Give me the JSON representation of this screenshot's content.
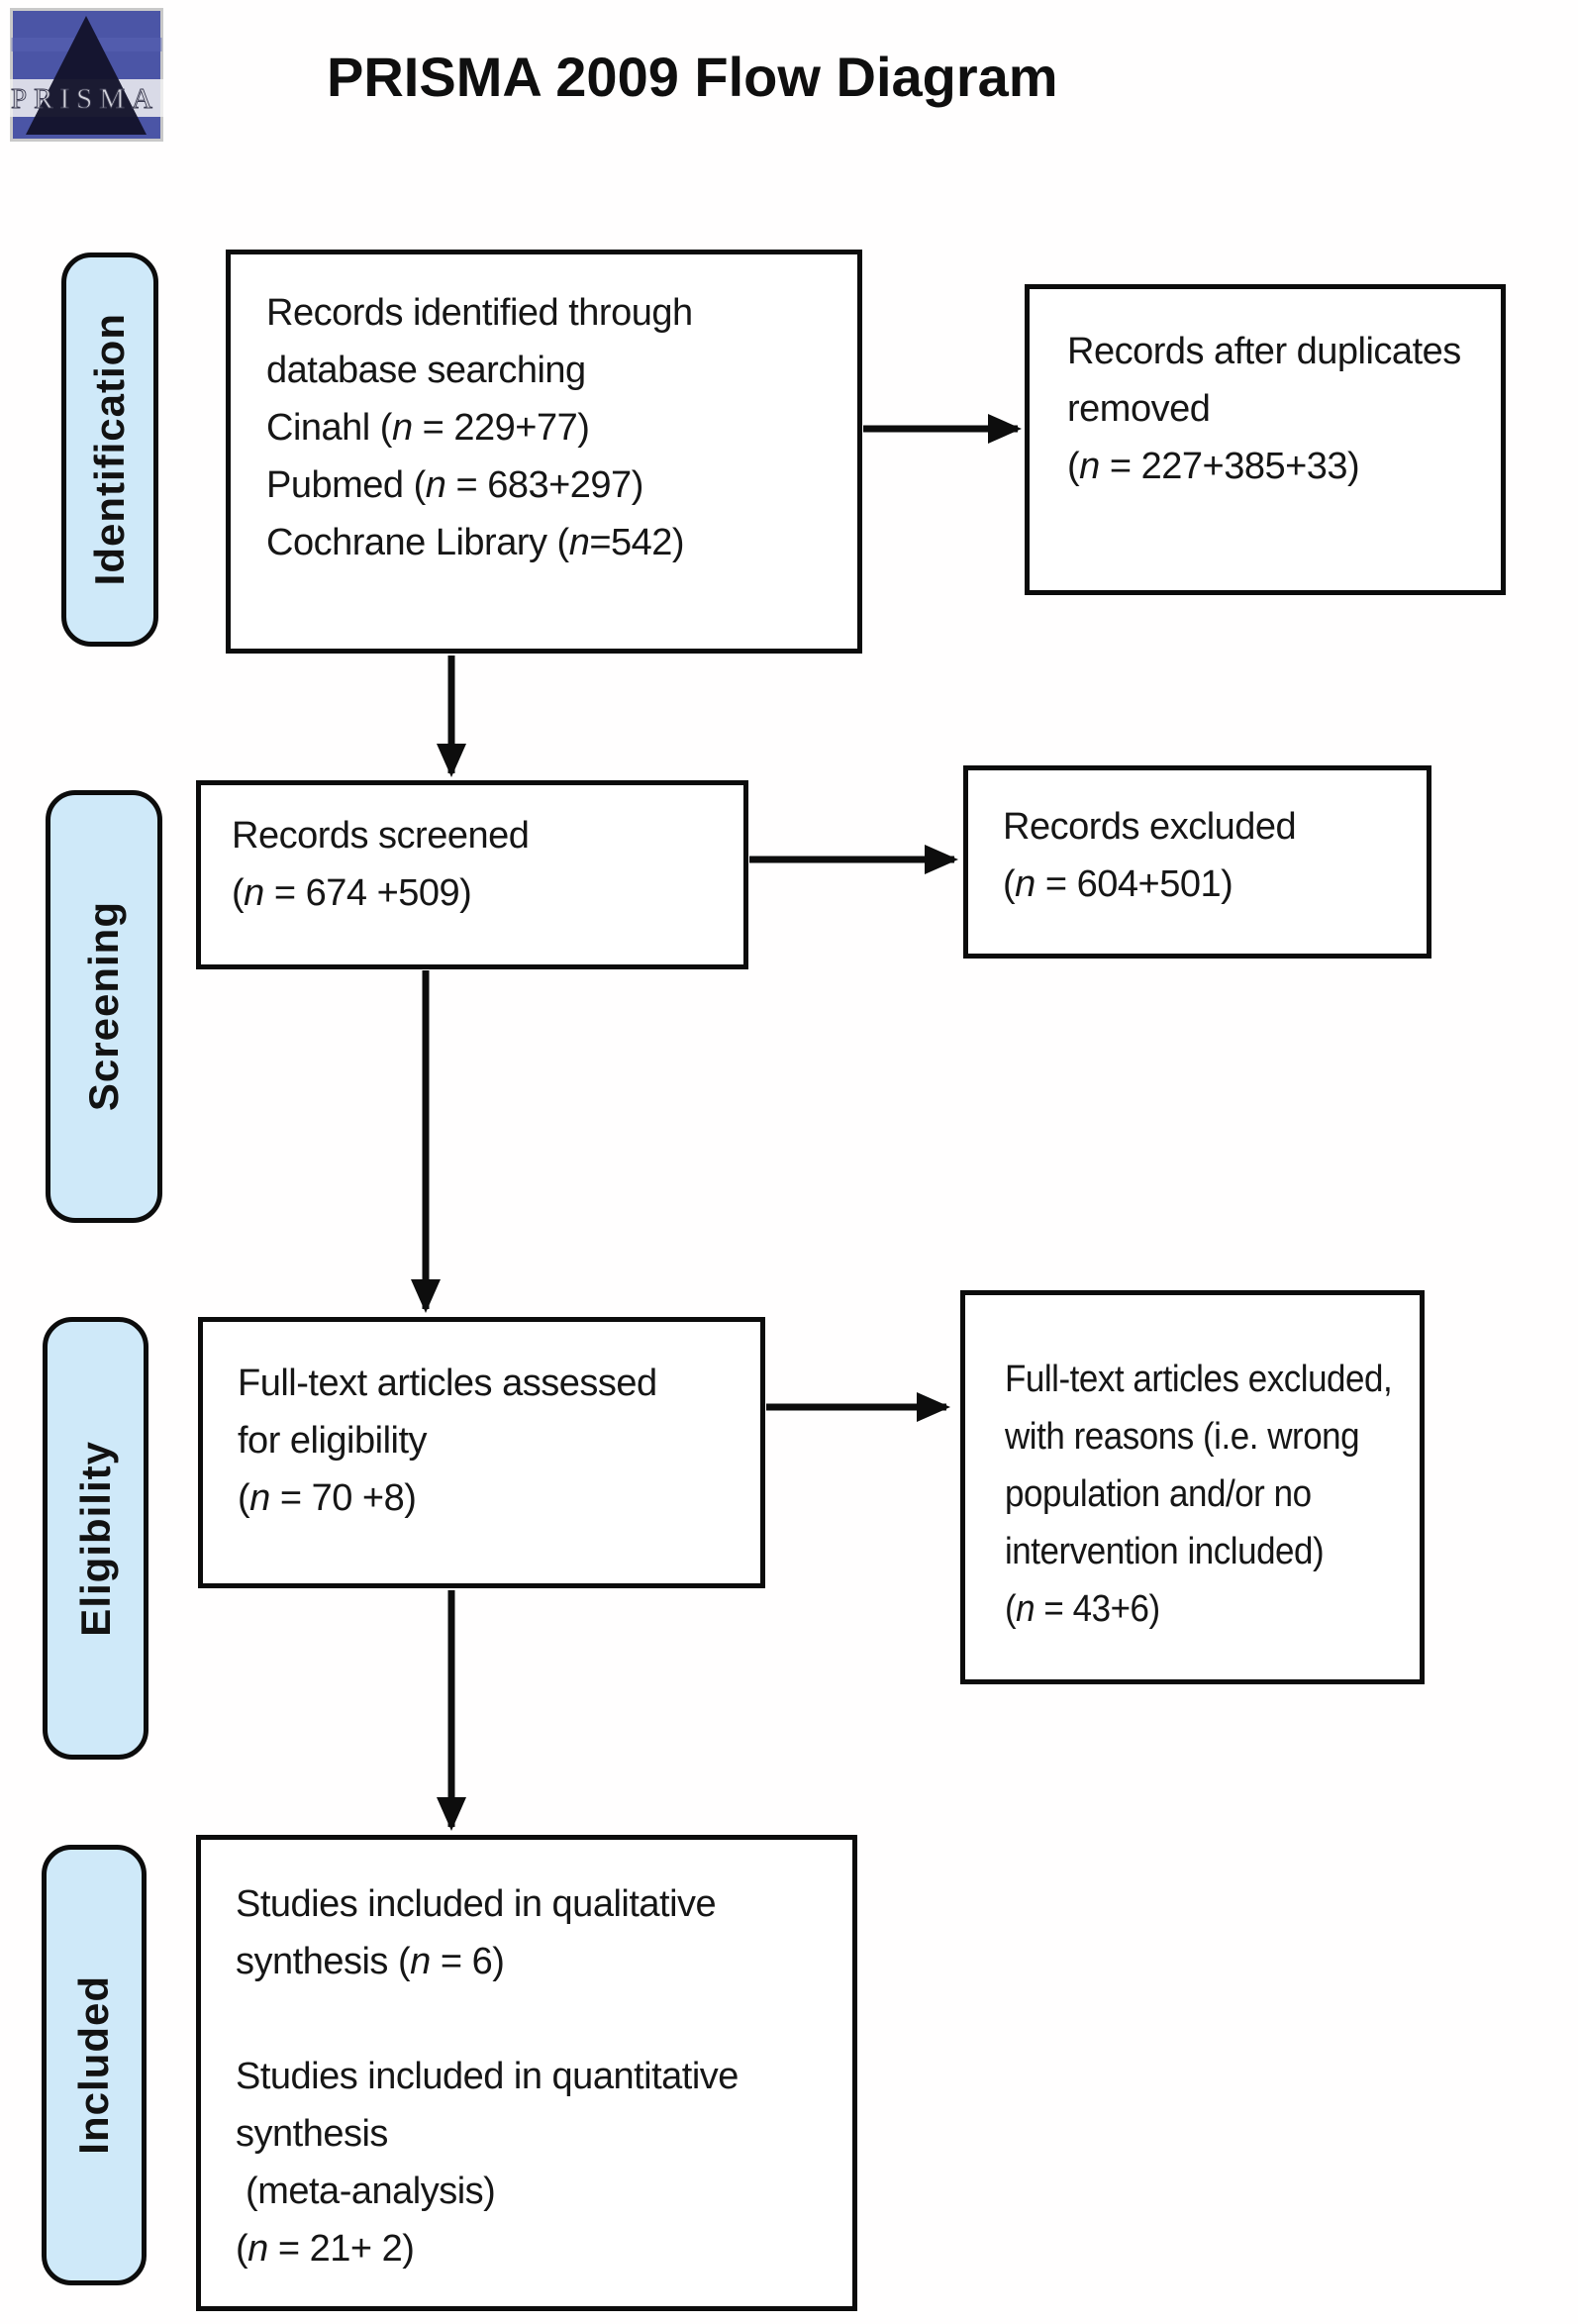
{
  "title": "PRISMA 2009 Flow Diagram",
  "logo": {
    "text": "PRISMA"
  },
  "stages": [
    {
      "label": "Identification"
    },
    {
      "label": "Screening"
    },
    {
      "label": "Eligibility"
    },
    {
      "label": "Included"
    }
  ],
  "boxes": {
    "identified": {
      "lines": [
        "Records identified through",
        "database searching",
        "Cinahl (n = 229+77)",
        "Pubmed (n = 683+297)",
        "Cochrane Library (n=542)"
      ]
    },
    "duplicates_removed": {
      "lines": [
        "Records after duplicates",
        "removed",
        "(n = 227+385+33)"
      ]
    },
    "screened": {
      "lines": [
        "Records screened",
        "(n = 674 +509)"
      ]
    },
    "records_excluded": {
      "lines": [
        "Records excluded",
        "(n = 604+501)"
      ]
    },
    "fulltext_assessed": {
      "lines": [
        "Full-text articles assessed",
        "for eligibility",
        "(n = 70 +8)"
      ]
    },
    "fulltext_excluded": {
      "lines": [
        "Full-text articles excluded,",
        "with reasons (i.e. wrong",
        "population and/or no",
        "intervention included)",
        "(n = 43+6)"
      ]
    },
    "included_studies": {
      "lines": [
        "Studies included in qualitative",
        "synthesis (n = 6)",
        "",
        "Studies included in quantitative",
        "synthesis",
        " (meta-analysis)",
        "(n = 21+ 2)"
      ]
    }
  },
  "colors": {
    "stage_fill": "#cfe9f9",
    "box_border": "#0c0c0c",
    "logo_blue": "#4b55a6",
    "logo_triangle": "#13132b"
  }
}
